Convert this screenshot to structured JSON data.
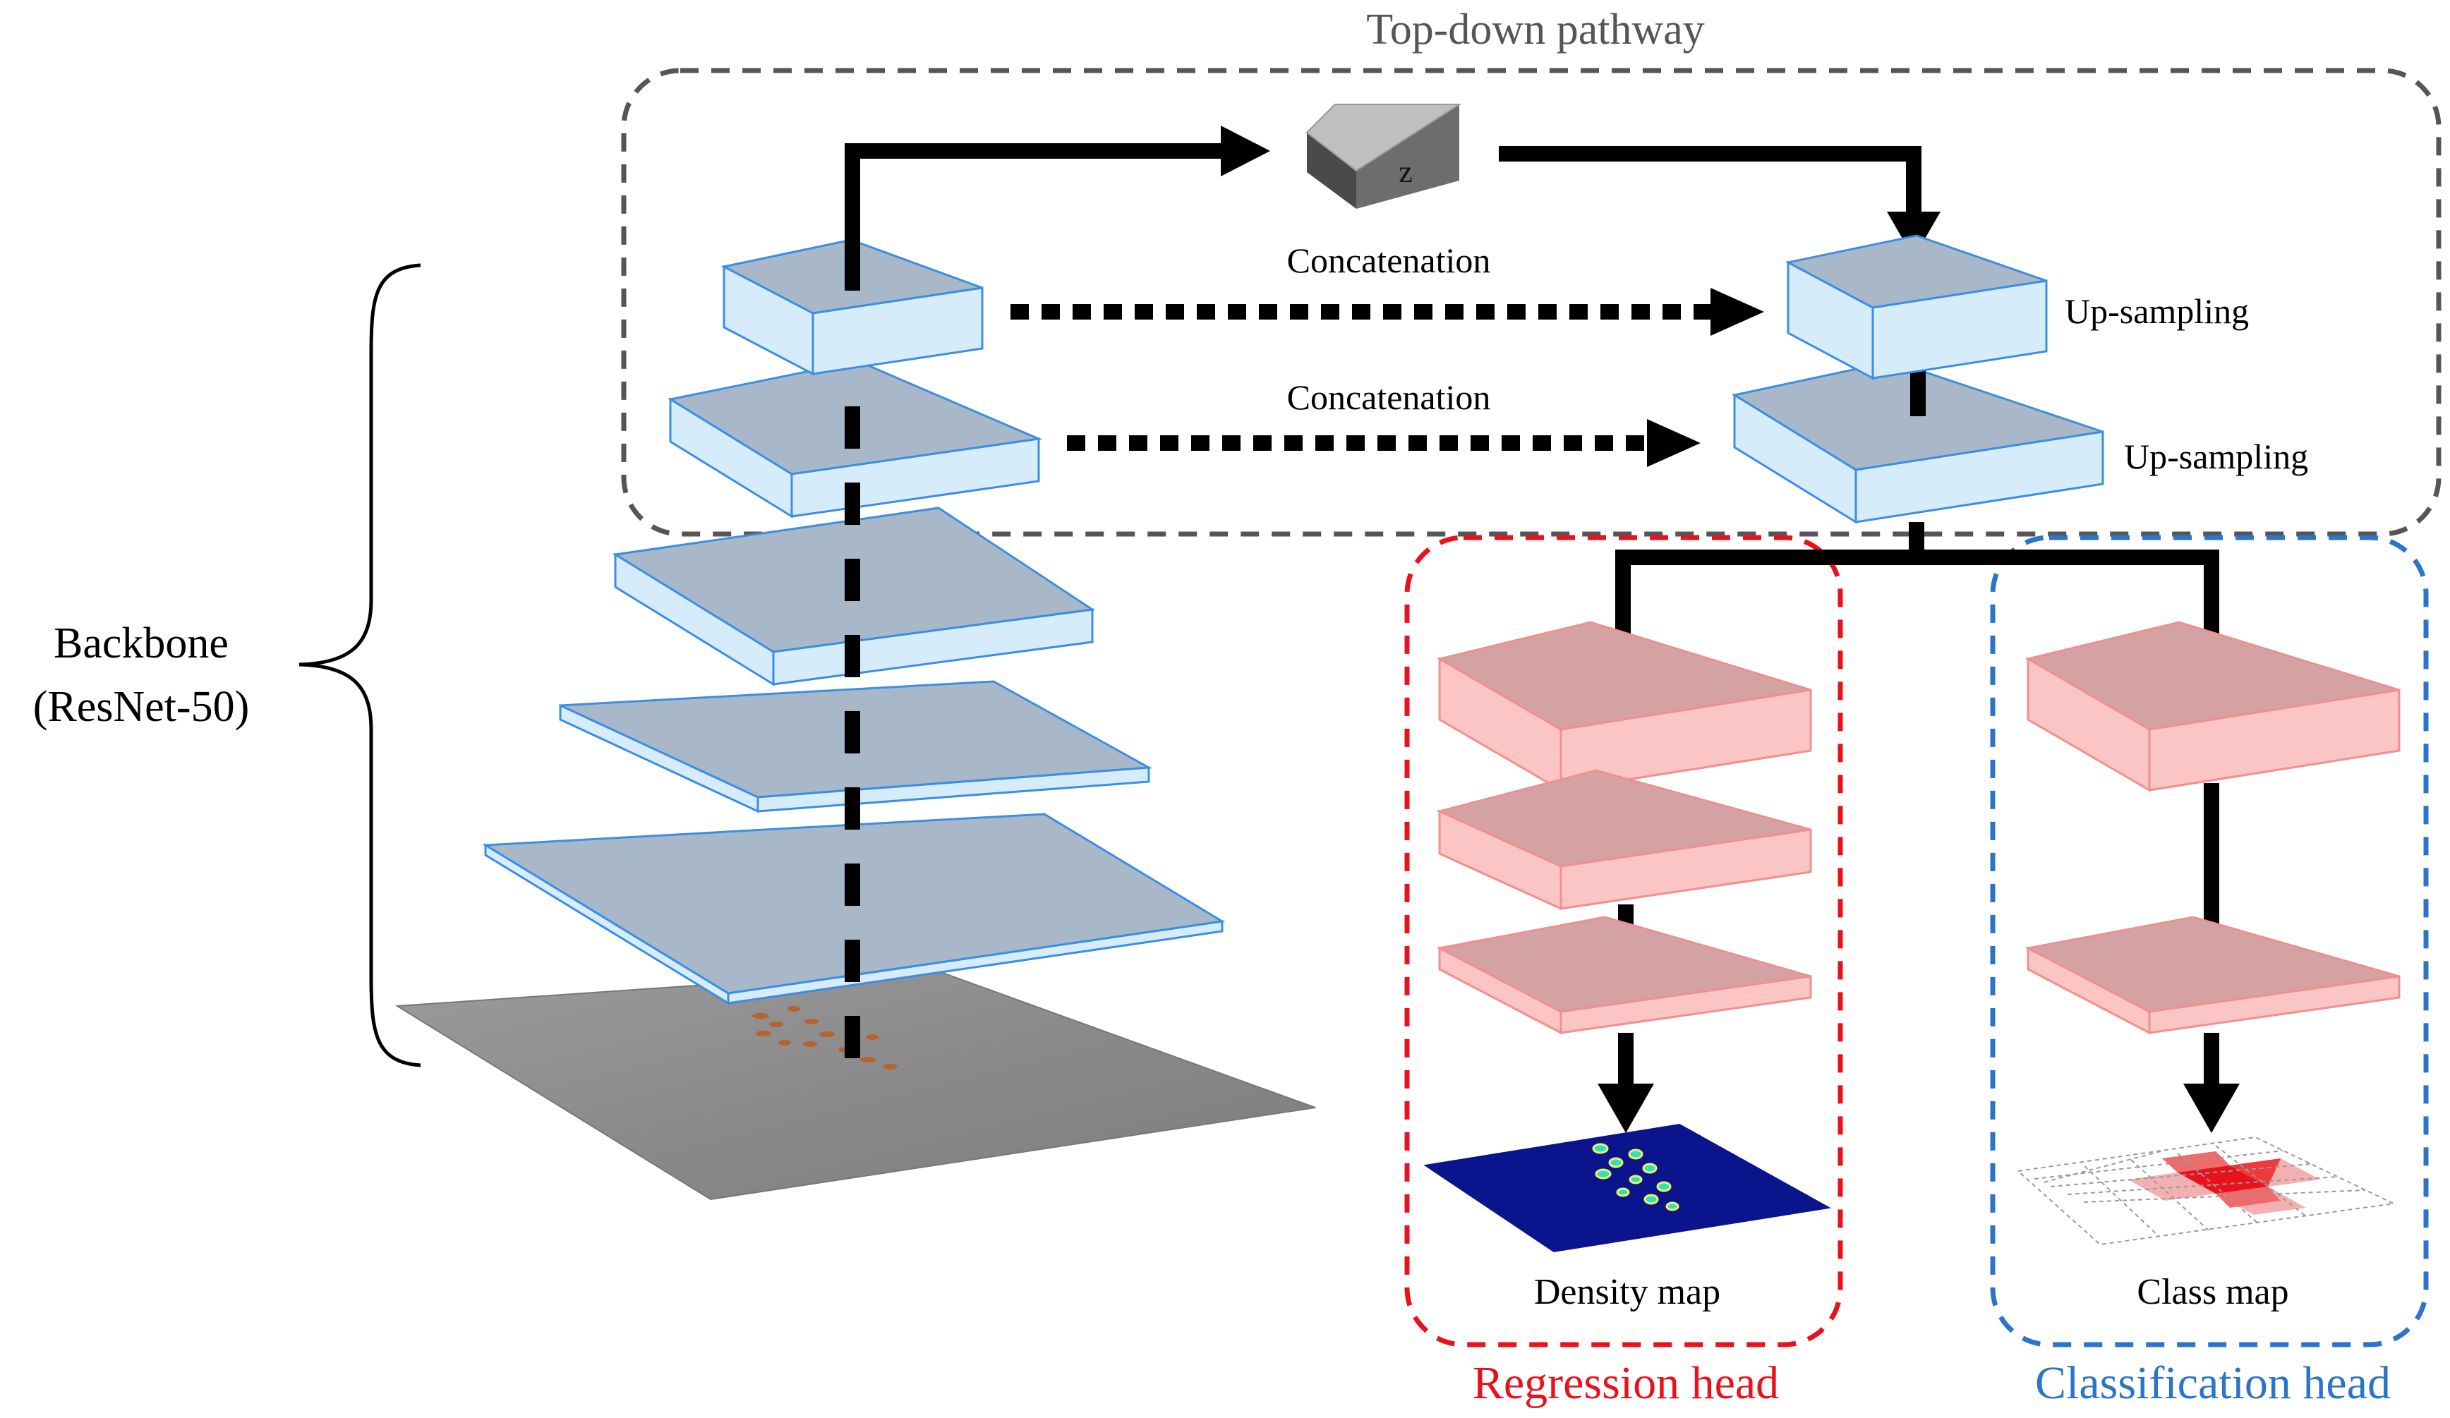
{
  "labels": {
    "top_down_pathway": "Top-down pathway",
    "z_label": "z",
    "concat_1": "Concatenation",
    "concat_2": "Concatenation",
    "upsampling_1": "Up-sampling",
    "upsampling_2": "Up-sampling",
    "backbone": "Backbone",
    "backbone_model": "(ResNet-50)",
    "density_map": "Density map",
    "class_map": "Class map",
    "regression_head": "Regression head",
    "classification_head": "Classification head"
  },
  "colors": {
    "blue_top": "#a9b8c8",
    "blue_side": "#d6ecfb",
    "blue_edge": "#3b8ee6",
    "pink_top": "#d4a2a2",
    "pink_side": "#fbc5c5",
    "pink_edge": "#f08f8f",
    "group_gray": "#555555",
    "regression_red": "#e8121d",
    "classification_blue": "#2b74c8",
    "density_bg": "#0a148c",
    "arrow": "#000000"
  }
}
